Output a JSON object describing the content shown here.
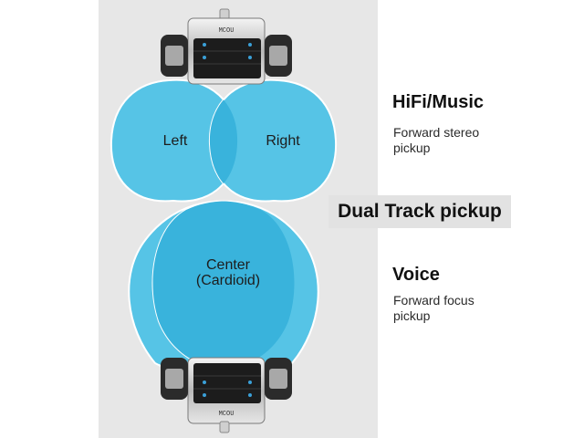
{
  "colors": {
    "lobe_fill": "#56c4e6",
    "lobe_overlap": "#39b3dc",
    "lobe_stroke": "#ffffff",
    "panel_bg": "#e7e7e7"
  },
  "lobes": {
    "left": "Left",
    "right": "Right",
    "center_line1": "Center",
    "center_line2": "(Cardioid)"
  },
  "banner": "Dual Track pickup",
  "modes": [
    {
      "title": "HiFi/Music",
      "desc_line1": "Forward stereo",
      "desc_line2": "pickup"
    },
    {
      "title": "Voice",
      "desc_line1": "Forward focus",
      "desc_line2": "pickup"
    }
  ],
  "device": {
    "brand": "MCOU"
  }
}
